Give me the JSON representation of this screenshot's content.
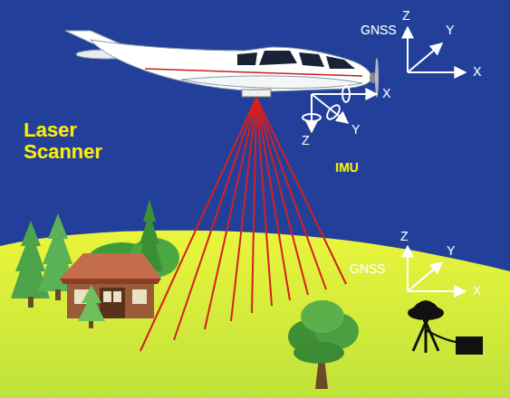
{
  "diagram": {
    "labels": [
      "GNSS",
      "Z",
      "Y",
      "X",
      "X",
      "Z",
      "Y",
      "Laser Scanner",
      "IMU",
      "Z",
      "Y",
      "X",
      "GNSS"
    ]
  }
}
